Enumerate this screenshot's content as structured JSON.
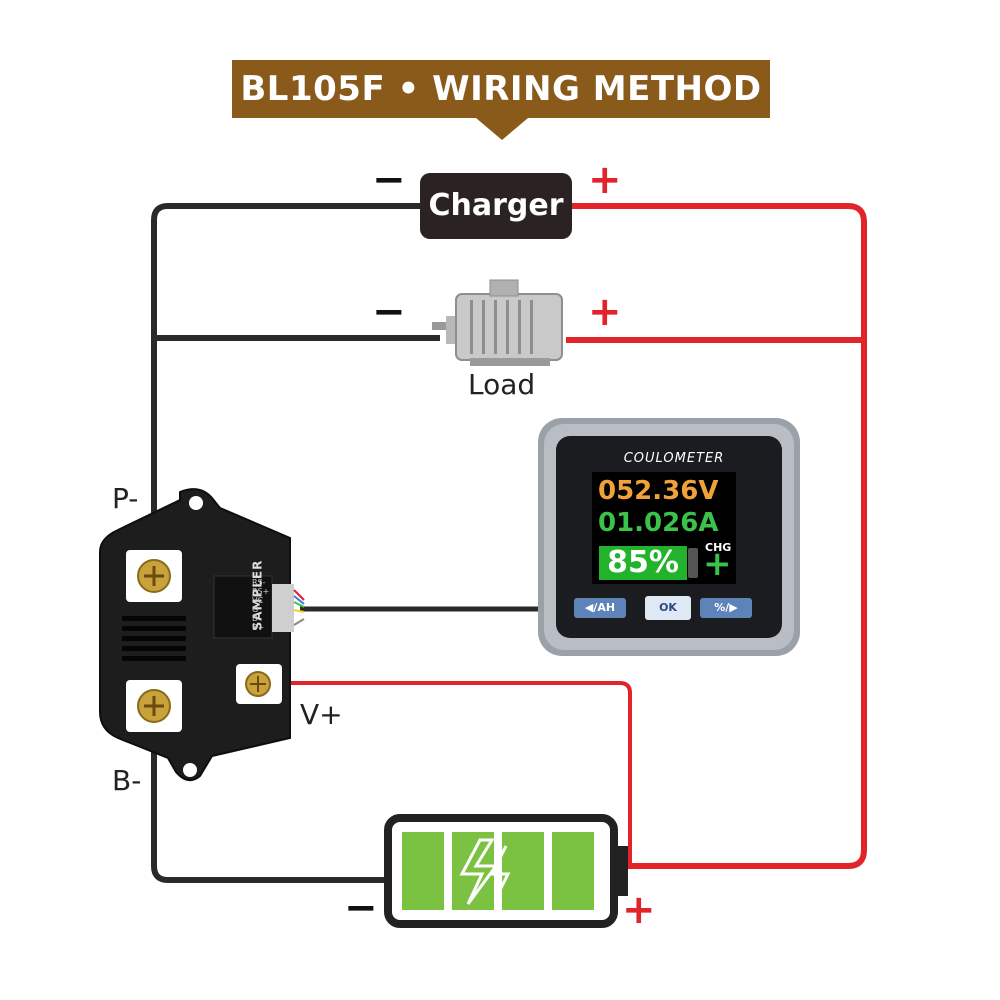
{
  "header": {
    "title": "BL105F • WIRING METHOD"
  },
  "charger": {
    "label": "Charger",
    "minus": "−",
    "plus": "+"
  },
  "load": {
    "label": "Load",
    "minus": "−",
    "plus": "+"
  },
  "shunt": {
    "p_minus": "P-",
    "b_minus": "B-",
    "v_plus": "V+",
    "sampler_label": "SAMPLER",
    "pins": [
      "RS-",
      "RS+",
      "VC",
      "G",
      "B-",
      "B+"
    ]
  },
  "coulometer": {
    "title": "COULOMETER",
    "voltage": "052.36V",
    "current": "01.026A",
    "percent": "85%",
    "chg_label": "CHG",
    "chg_symbol": "+",
    "buttons": {
      "left": "◀/AH",
      "ok": "OK",
      "right": "%/▶"
    }
  },
  "battery": {
    "minus": "−",
    "plus": "+"
  },
  "colors": {
    "banner": "#8a5a1a",
    "wire_red": "#e0242a",
    "wire_black": "#2a2a2a",
    "battery_green": "#7cc242",
    "lcd_voltage": "#f2a13a",
    "lcd_current": "#3bc24a"
  }
}
